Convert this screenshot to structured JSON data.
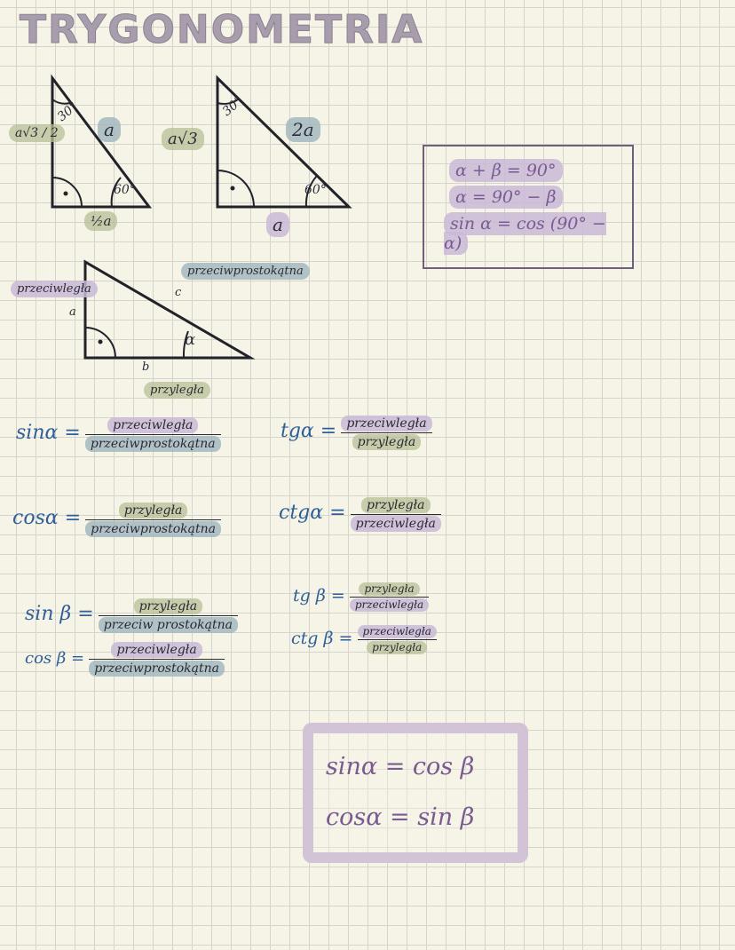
{
  "title": "TRYGONOMETRIA",
  "triangle1": {
    "angle_top": "30°",
    "angle_bottom": "60°",
    "left_side": "a√3 / 2",
    "hypotenuse": "a",
    "bottom_side": "½a"
  },
  "triangle2": {
    "angle_top": "30°",
    "angle_bottom": "60°",
    "left_side": "a√3",
    "hypotenuse": "2a",
    "bottom_side": "a"
  },
  "angle_box": {
    "line1": "α + β = 90°",
    "line2": "α = 90° − β",
    "line3": "sin α = cos (90° − α)"
  },
  "triangle3": {
    "label_opposite": "przeciwległa",
    "label_hypotenuse": "przeciwprostokątna",
    "label_adjacent": "przyległa",
    "side_a": "a",
    "side_b": "b",
    "side_c": "c",
    "angle": "α"
  },
  "formulas": {
    "sin_alpha": {
      "lhs": "sinα =",
      "num": "przeciwległa",
      "den": "przeciwprostokątna"
    },
    "tg_alpha": {
      "lhs": "tgα =",
      "num": "przeciwległa",
      "den": "przyległa"
    },
    "cos_alpha": {
      "lhs": "cosα =",
      "num": "przyległa",
      "den": "przeciwprostokątna"
    },
    "ctg_alpha": {
      "lhs": "ctgα =",
      "num": "przyległa",
      "den": "przeciwległa"
    },
    "sin_beta": {
      "lhs": "sin β =",
      "num": "przyległa",
      "den": "przeciw prostokątna"
    },
    "cos_beta": {
      "lhs": "cos β =",
      "num": "przeciwległa",
      "den": "przeciwprostokątna"
    },
    "tg_beta": {
      "lhs": "tg β =",
      "num": "przyległa",
      "den": "przeciwległa"
    },
    "ctg_beta": {
      "lhs": "ctg β =",
      "num": "przeciwległa",
      "den": "przyległa"
    }
  },
  "summary_box": {
    "line1": "sinα = cos β",
    "line2": "cosα = sin β"
  }
}
